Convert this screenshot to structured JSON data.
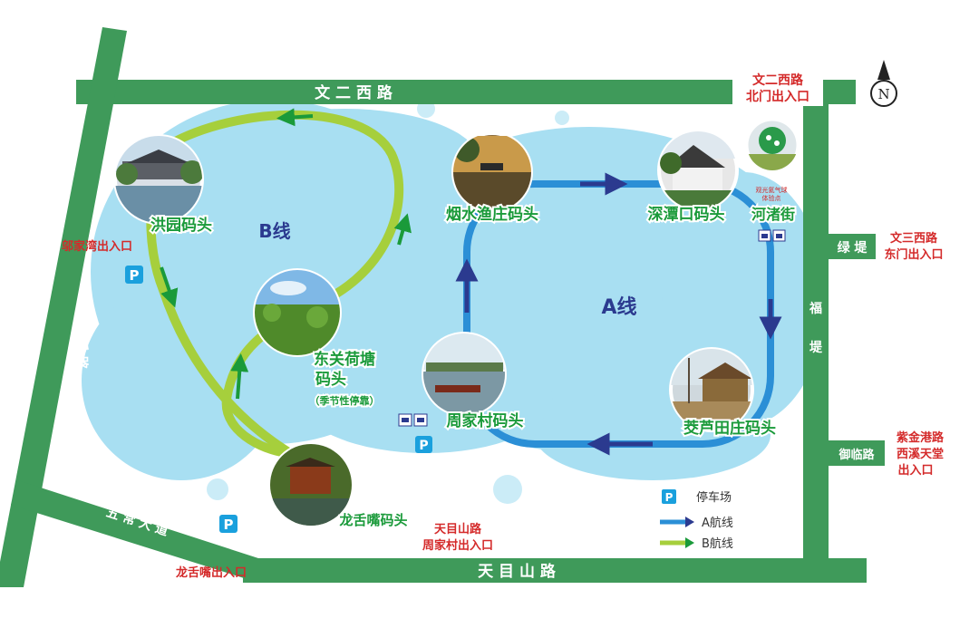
{
  "roads": {
    "north": "文 二 西 路",
    "south": "天 目 山 路",
    "west": "访 溪 路",
    "southwest": "五 常 大 道",
    "east_fu": "福",
    "east_ti": "堤",
    "east_lv": "绿 堤",
    "east_yulin": "御临路"
  },
  "exits": {
    "north_1": "文二西路",
    "north_2": "北门出入口",
    "east_1": "文三西路",
    "east_2": "东门出入口",
    "west": "邬家湾出入口",
    "south_1": "天目山路",
    "south_2": "周家村出入口",
    "southwest": "龙舌嘴出入口",
    "se_1": "紫金港路",
    "se_2": "西溪天堂",
    "se_3": "出入口"
  },
  "piers": {
    "hongyuan": "洪园码头",
    "yanshui": "烟水渔庄码头",
    "shentankou": "深潭口码头",
    "hezhu": "河渚街",
    "dongguan_1": "东关荷塘",
    "dongguan_2": "码头",
    "dongguan_note": "（季节性停靠）",
    "zhoujiacun": "周家村码头",
    "jiaolu": "茭芦田庄码头",
    "longshezui": "龙舌嘴码头"
  },
  "lines": {
    "a": "A线",
    "b": "B线"
  },
  "balloon_caption": {
    "line1": "观光氦气球",
    "line2": "体验点"
  },
  "legend": {
    "parking": "停车场",
    "a_line": "A航线",
    "b_line": "B航线",
    "parking_symbol": "P"
  },
  "compass": "N",
  "colors": {
    "road": "#3f9a5a",
    "water": "#a8dff2",
    "a_line": "#2b8fd6",
    "a_arrow": "#2b3a8f",
    "b_line": "#a6cf3c",
    "b_arrow": "#1a9a3a",
    "exit_text": "#d42a2a",
    "parking": "#1aa0dd"
  }
}
